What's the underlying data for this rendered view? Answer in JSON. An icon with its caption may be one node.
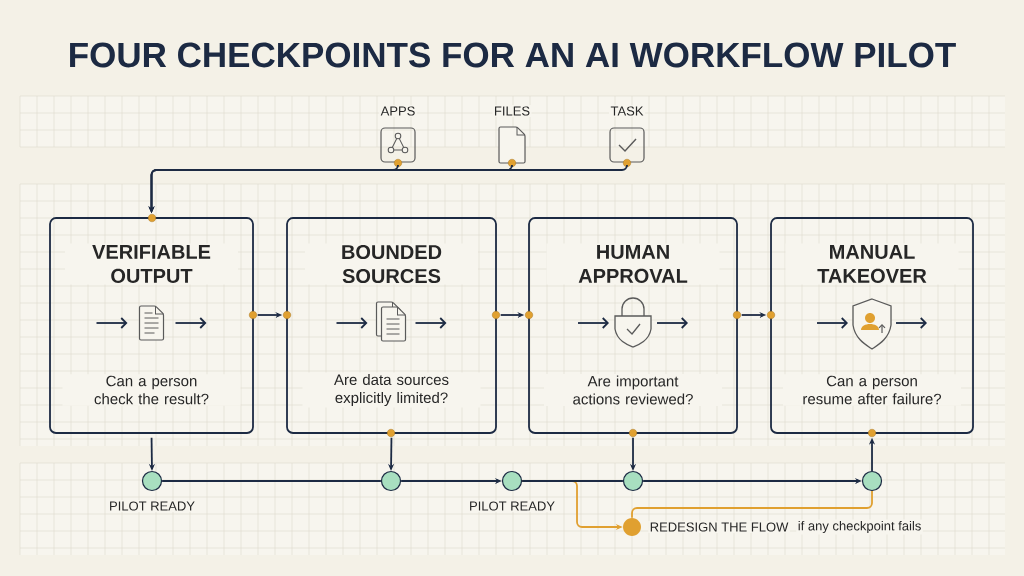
{
  "diagram": {
    "title": "FOUR CHECKPOINTS FOR AN AI WORKFLOW PILOT",
    "nodes": [
      {
        "text": [
          "APPS"
        ]
      },
      {
        "text": [
          "FILES"
        ]
      },
      {
        "text": [
          "TASK"
        ]
      },
      {
        "text": [
          "VERIFIABLE OUTPUT",
          "Can a person check the result?"
        ]
      },
      {
        "text": [
          "BOUNDED SOURCES",
          "Are data sources explicitly limited?"
        ]
      },
      {
        "text": [
          "HUMAN APPROVAL",
          "Are important actions reviewed?"
        ]
      },
      {
        "text": [
          "MANUAL TAKEOVER",
          "Can a person resume after failure?"
        ]
      },
      {
        "text": [],
        "shape": "circle",
        "beside": [
          "PILOT READY"
        ]
      },
      {
        "text": [],
        "shape": "circle"
      },
      {
        "text": [],
        "shape": "circle",
        "beside": [
          "PILOT READY"
        ]
      },
      {
        "text": [],
        "shape": "circle"
      },
      {
        "text": [],
        "shape": "circle"
      },
      {
        "text": [],
        "shape": "circle",
        "beside": [
          "REDESIGN THE FLOW",
          "if any checkpoint fails"
        ]
      }
    ],
    "edges": [
      {
        "from": 0,
        "to": 3,
        "arrow": "to"
      },
      {
        "from": 1,
        "to": 3,
        "arrow": "to"
      },
      {
        "from": 2,
        "to": 3,
        "arrow": "to"
      },
      {
        "from": 3,
        "to": 4,
        "arrow": "to"
      },
      {
        "from": 4,
        "to": 5,
        "arrow": "to"
      },
      {
        "from": 5,
        "to": 6,
        "arrow": "to"
      },
      {
        "from": 3,
        "to": 7,
        "arrow": "to"
      },
      {
        "from": 4,
        "to": 8,
        "arrow": "to"
      },
      {
        "from": 5,
        "to": 10,
        "arrow": "to"
      },
      {
        "from": 7,
        "to": 8,
        "arrow": "none"
      },
      {
        "from": 8,
        "to": 9,
        "arrow": "to"
      },
      {
        "from": 9,
        "to": 10,
        "arrow": "none"
      },
      {
        "from": 10,
        "to": 11,
        "arrow": "to"
      },
      {
        "from": 11,
        "to": 6,
        "arrow": "to"
      },
      {
        "from": 9,
        "to": 12,
        "arrow": "to",
        "color": "#e0a030"
      },
      {
        "from": 12,
        "to": 11,
        "arrow": "none",
        "color": "#e0a030"
      }
    ]
  }
}
